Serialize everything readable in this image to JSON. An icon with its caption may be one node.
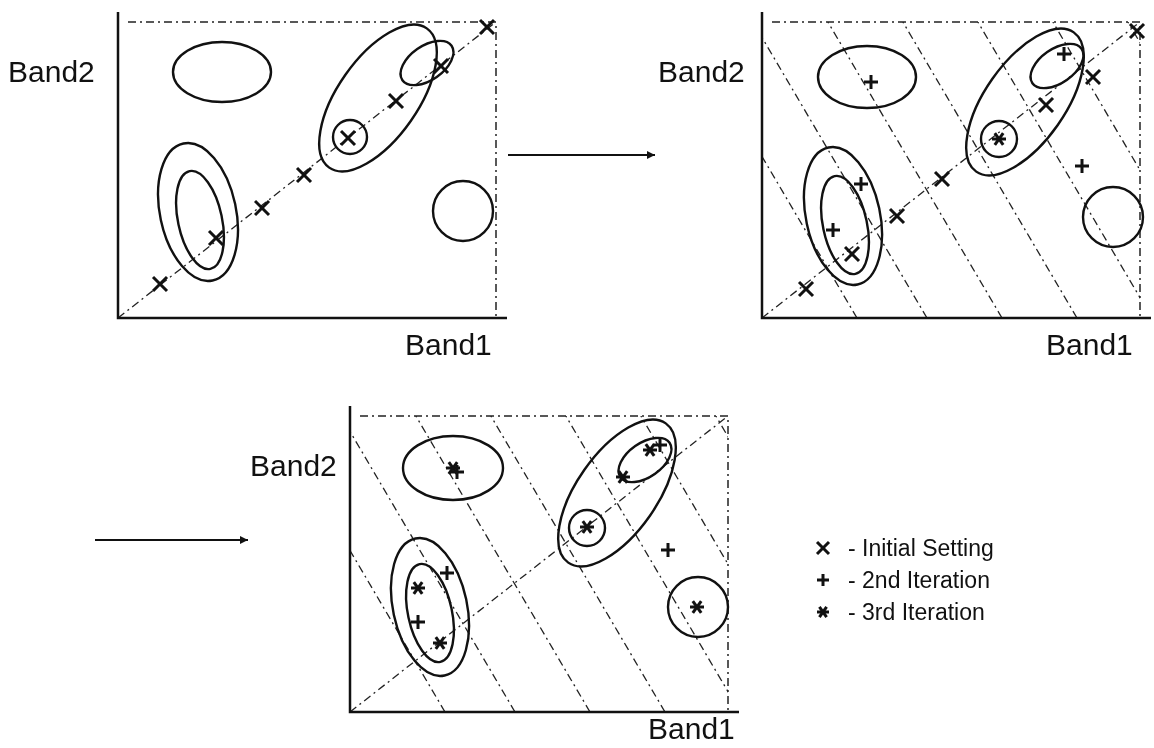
{
  "diagram": {
    "nodes": [
      {
        "text": [
          "Band2",
          "Band1"
        ]
      },
      {
        "text": [
          "Band2",
          "Band1"
        ]
      },
      {
        "text": [
          "Band2",
          "Band1"
        ]
      }
    ],
    "edges": [
      {
        "from": 0,
        "to": 1,
        "arrow": "to"
      },
      {
        "from": null,
        "to": 2,
        "arrow": "to"
      }
    ],
    "legend": [
      {
        "text": "- Initial Setting"
      },
      {
        "text": "- 2nd Iteration"
      },
      {
        "text": "- 3rd Iteration"
      }
    ]
  }
}
